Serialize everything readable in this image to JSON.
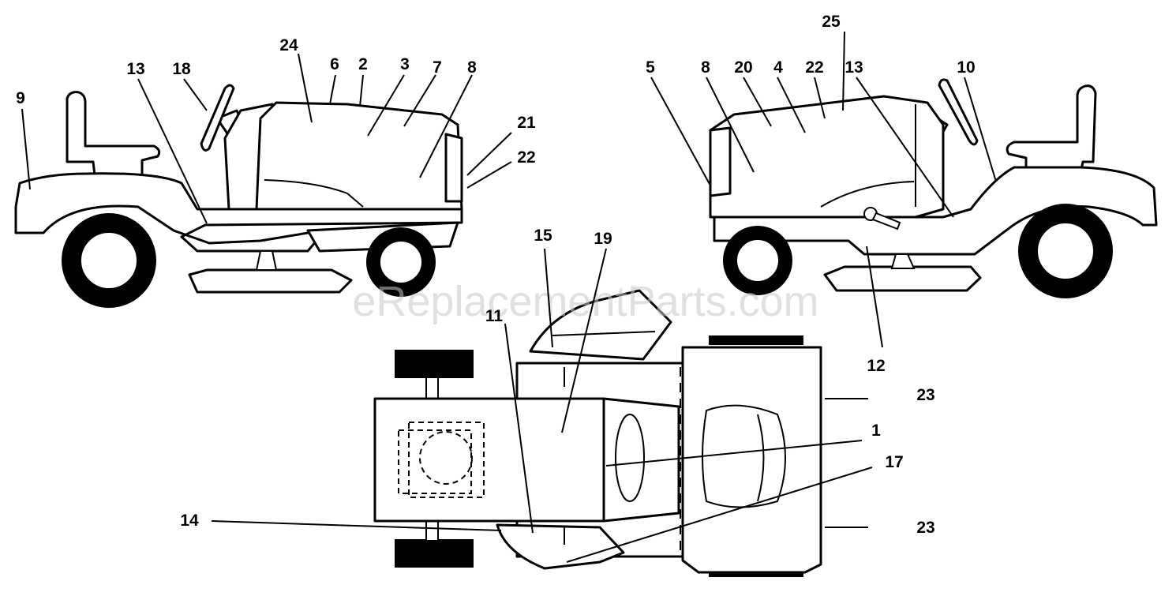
{
  "watermark": "eReplacementParts.com",
  "callouts": {
    "left": [
      "9",
      "13",
      "18",
      "24",
      "6",
      "2",
      "3",
      "7",
      "8",
      "21",
      "22"
    ],
    "right": [
      "5",
      "8",
      "20",
      "4",
      "22",
      "25",
      "13",
      "10",
      "12"
    ],
    "top": [
      "15",
      "19",
      "11",
      "14",
      "23",
      "1",
      "17",
      "23"
    ]
  }
}
